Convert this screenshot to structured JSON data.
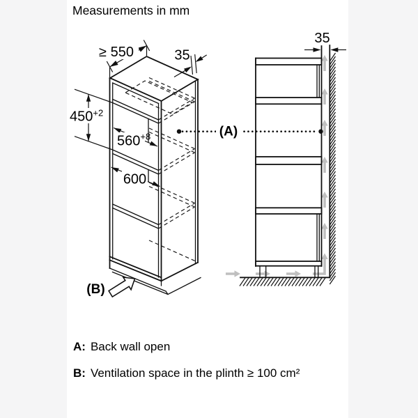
{
  "title": "Measurements in mm",
  "colors": {
    "background": "#f5f5f6",
    "canvas": "#ffffff",
    "line": "#111111",
    "airflow_arrow": "#bfbfbf"
  },
  "isometric_view": {
    "dim_depth": "≥ 550",
    "dim_rear_gap": "35",
    "niche_height": "450",
    "niche_height_tol": "+2",
    "niche_width": "560",
    "niche_width_tol": "+8",
    "cabinet_width": "600",
    "plinth_label": "(B)"
  },
  "section_view": {
    "wall_gap": "35",
    "back_wall_label": "(A)"
  },
  "legend": {
    "a_key": "A:",
    "a_text": "Back wall open",
    "b_key": "B:",
    "b_text": "Ventilation space in the plinth ≥ 100 cm²"
  }
}
